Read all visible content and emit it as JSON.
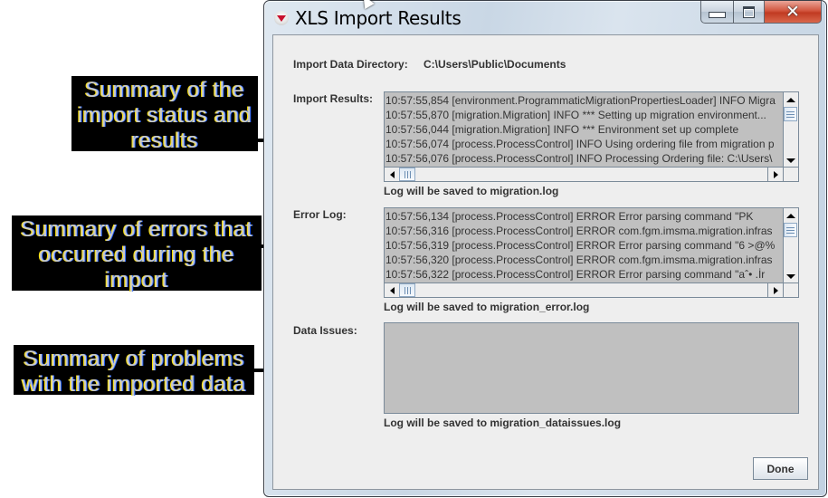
{
  "annotations": [
    {
      "text_lines": [
        "Summary of the",
        "import status and",
        "results"
      ],
      "target": "import-results"
    },
    {
      "text_lines": [
        "Summary of errors that",
        "occurred during the",
        "import"
      ],
      "target": "error-log"
    },
    {
      "text_lines": [
        "Summary of problems",
        "with the imported data"
      ],
      "target": "data-issues"
    }
  ],
  "window": {
    "title": "XLS Import Results",
    "icon": "app-logo-icon",
    "controls": {
      "minimize": "minimize-icon",
      "maximize": "maximize-icon",
      "close": "close-icon"
    }
  },
  "import_directory": {
    "label": "Import Data Directory:",
    "value": "C:\\Users\\Public\\Documents"
  },
  "import_results": {
    "label": "Import Results:",
    "lines": [
      "10:57:55,854 [environment.ProgrammaticMigrationPropertiesLoader] INFO  Migra",
      "10:57:55,870 [migration.Migration] INFO  *** Setting up migration environment...",
      "10:57:56,044 [migration.Migration] INFO  *** Environment set up complete",
      "10:57:56,074 [process.ProcessControl] INFO  Using ordering file from migration p",
      "10:57:56,076 [process.ProcessControl] INFO  Processing Ordering file: C:\\Users\\"
    ],
    "note": "Log will be saved to migration.log"
  },
  "error_log": {
    "label": "Error Log:",
    "lines": [
      "10:57:56,134 [process.ProcessControl] ERROR Error parsing command \"PK",
      "10:57:56,316 [process.ProcessControl] ERROR com.fgm.imsma.migration.infras",
      "10:57:56,319 [process.ProcessControl] ERROR Error parsing command \"6  >@%",
      "10:57:56,320 [process.ProcessControl] ERROR com.fgm.imsma.migration.infras",
      "10:57:56,322 [process.ProcessControl] ERROR Error parsing command \"aˆ•     .İr"
    ],
    "note": "Log will be saved to migration_error.log"
  },
  "data_issues": {
    "label": "Data Issues:",
    "lines": [],
    "note": "Log will be saved to migration_dataissues.log"
  },
  "done_button": {
    "label": "Done"
  },
  "colors": {
    "panel_bg": "#eeeeee",
    "log_bg": "#c0c0c0",
    "text": "#333333",
    "close_button": "#c8432b",
    "callout_bg": "#000000"
  }
}
